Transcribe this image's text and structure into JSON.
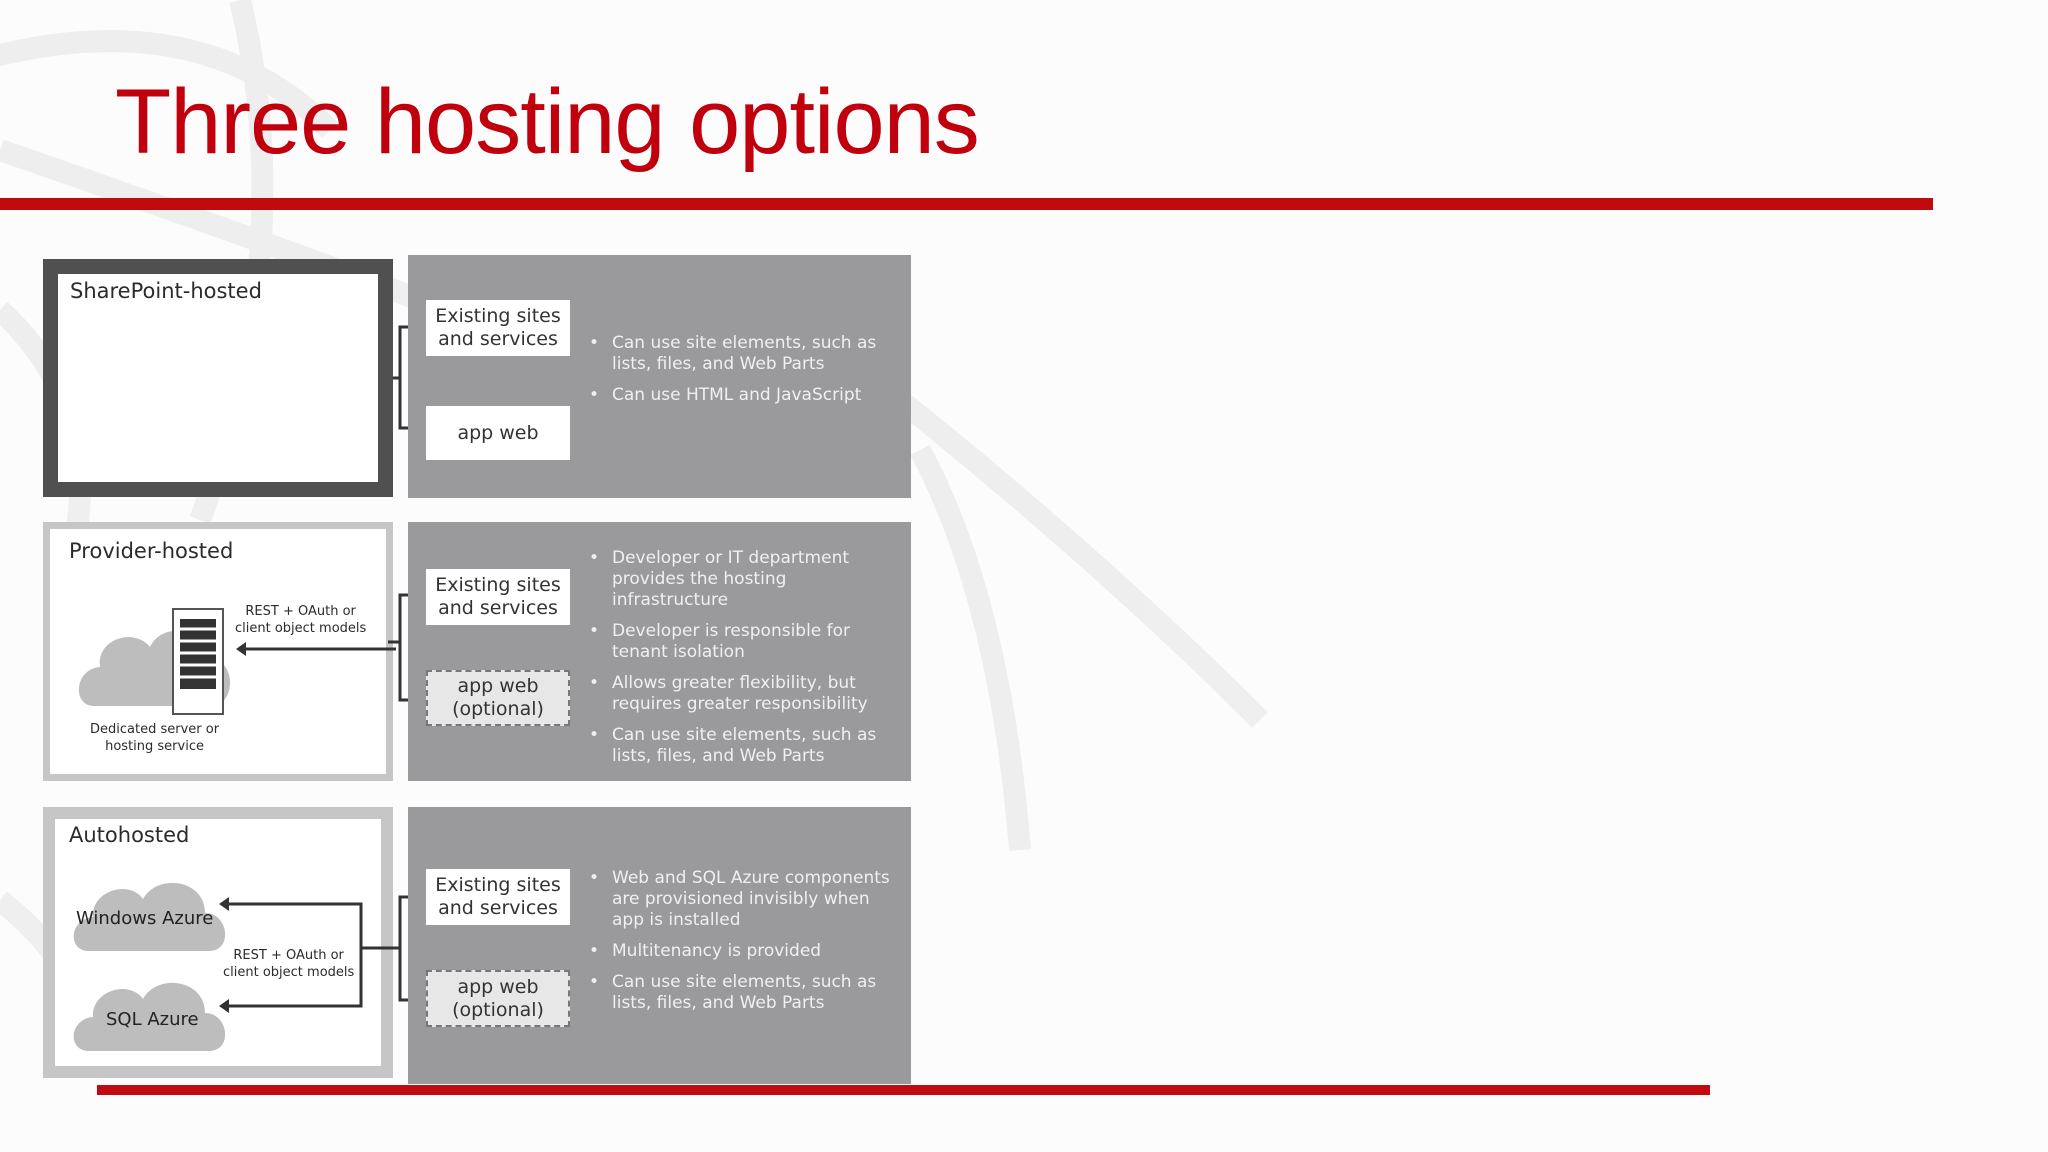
{
  "slide": {
    "title": "Three hosting options"
  },
  "panels": [
    {
      "name": "SharePoint-hosted",
      "boxes": [
        {
          "label": "Existing sites\nand services",
          "dashed": false
        },
        {
          "label": "app web",
          "dashed": false
        }
      ],
      "bullets": [
        "Can use site elements, such as lists, files, and Web Parts",
        "Can use HTML and JavaScript"
      ]
    },
    {
      "name": "Provider-hosted",
      "connection_label": "REST + OAuth or\nclient object models",
      "server_label": "Dedicated server or\nhosting service",
      "boxes": [
        {
          "label": "Existing sites\nand services",
          "dashed": false
        },
        {
          "label": "app web\n(optional)",
          "dashed": true
        }
      ],
      "bullets": [
        "Developer or IT department provides the hosting infrastructure",
        "Developer is responsible for tenant isolation",
        "Allows greater flexibility, but requires greater responsibility",
        "Can use site elements, such as lists, files, and Web Parts"
      ]
    },
    {
      "name": "Autohosted",
      "cloud_1": "Windows Azure",
      "cloud_2": "SQL Azure",
      "connection_label": "REST + OAuth or\nclient object models",
      "boxes": [
        {
          "label": "Existing sites\nand services",
          "dashed": false
        },
        {
          "label": "app web\n(optional)",
          "dashed": true
        }
      ],
      "bullets": [
        "Web and SQL Azure components are provisioned invisibly when app is installed",
        "Multitenancy is provided",
        "Can use site elements, such as lists, files, and Web Parts"
      ]
    }
  ],
  "colors": {
    "accent_red": "#c10a10",
    "panel_gray": "#9a999b",
    "dark_frame": "#505050"
  }
}
